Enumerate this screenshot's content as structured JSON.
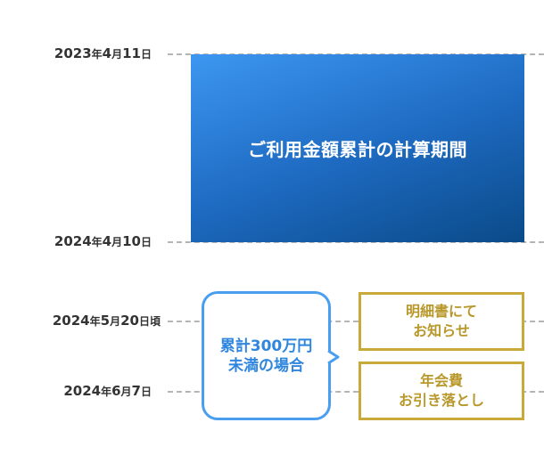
{
  "period": {
    "label": "ご利用金額累計の計算期間"
  },
  "dates": [
    {
      "year": "2023",
      "y": "年",
      "m": "4",
      "mu": "月",
      "d": "11",
      "du": "日",
      "sfx": ""
    },
    {
      "year": "2024",
      "y": "年",
      "m": "4",
      "mu": "月",
      "d": "10",
      "du": "日",
      "sfx": ""
    },
    {
      "year": "2024",
      "y": "年",
      "m": "5",
      "mu": "月",
      "d": "20",
      "du": "日",
      "sfx": "頃"
    },
    {
      "year": "2024",
      "y": "年",
      "m": "6",
      "mu": "月",
      "d": "7",
      "du": "日",
      "sfx": ""
    }
  ],
  "condition": {
    "line1": "累計300万円",
    "line2": "未満の場合"
  },
  "notices": [
    {
      "line1": "明細書にて",
      "line2": "お知らせ"
    },
    {
      "line1": "年会費",
      "line2": "お引き落とし"
    }
  ],
  "colors": {
    "period_start": "#3d97f0",
    "period_end": "#0a4a88",
    "condition": "#4a9ef0",
    "notice": "#c9a93a"
  }
}
